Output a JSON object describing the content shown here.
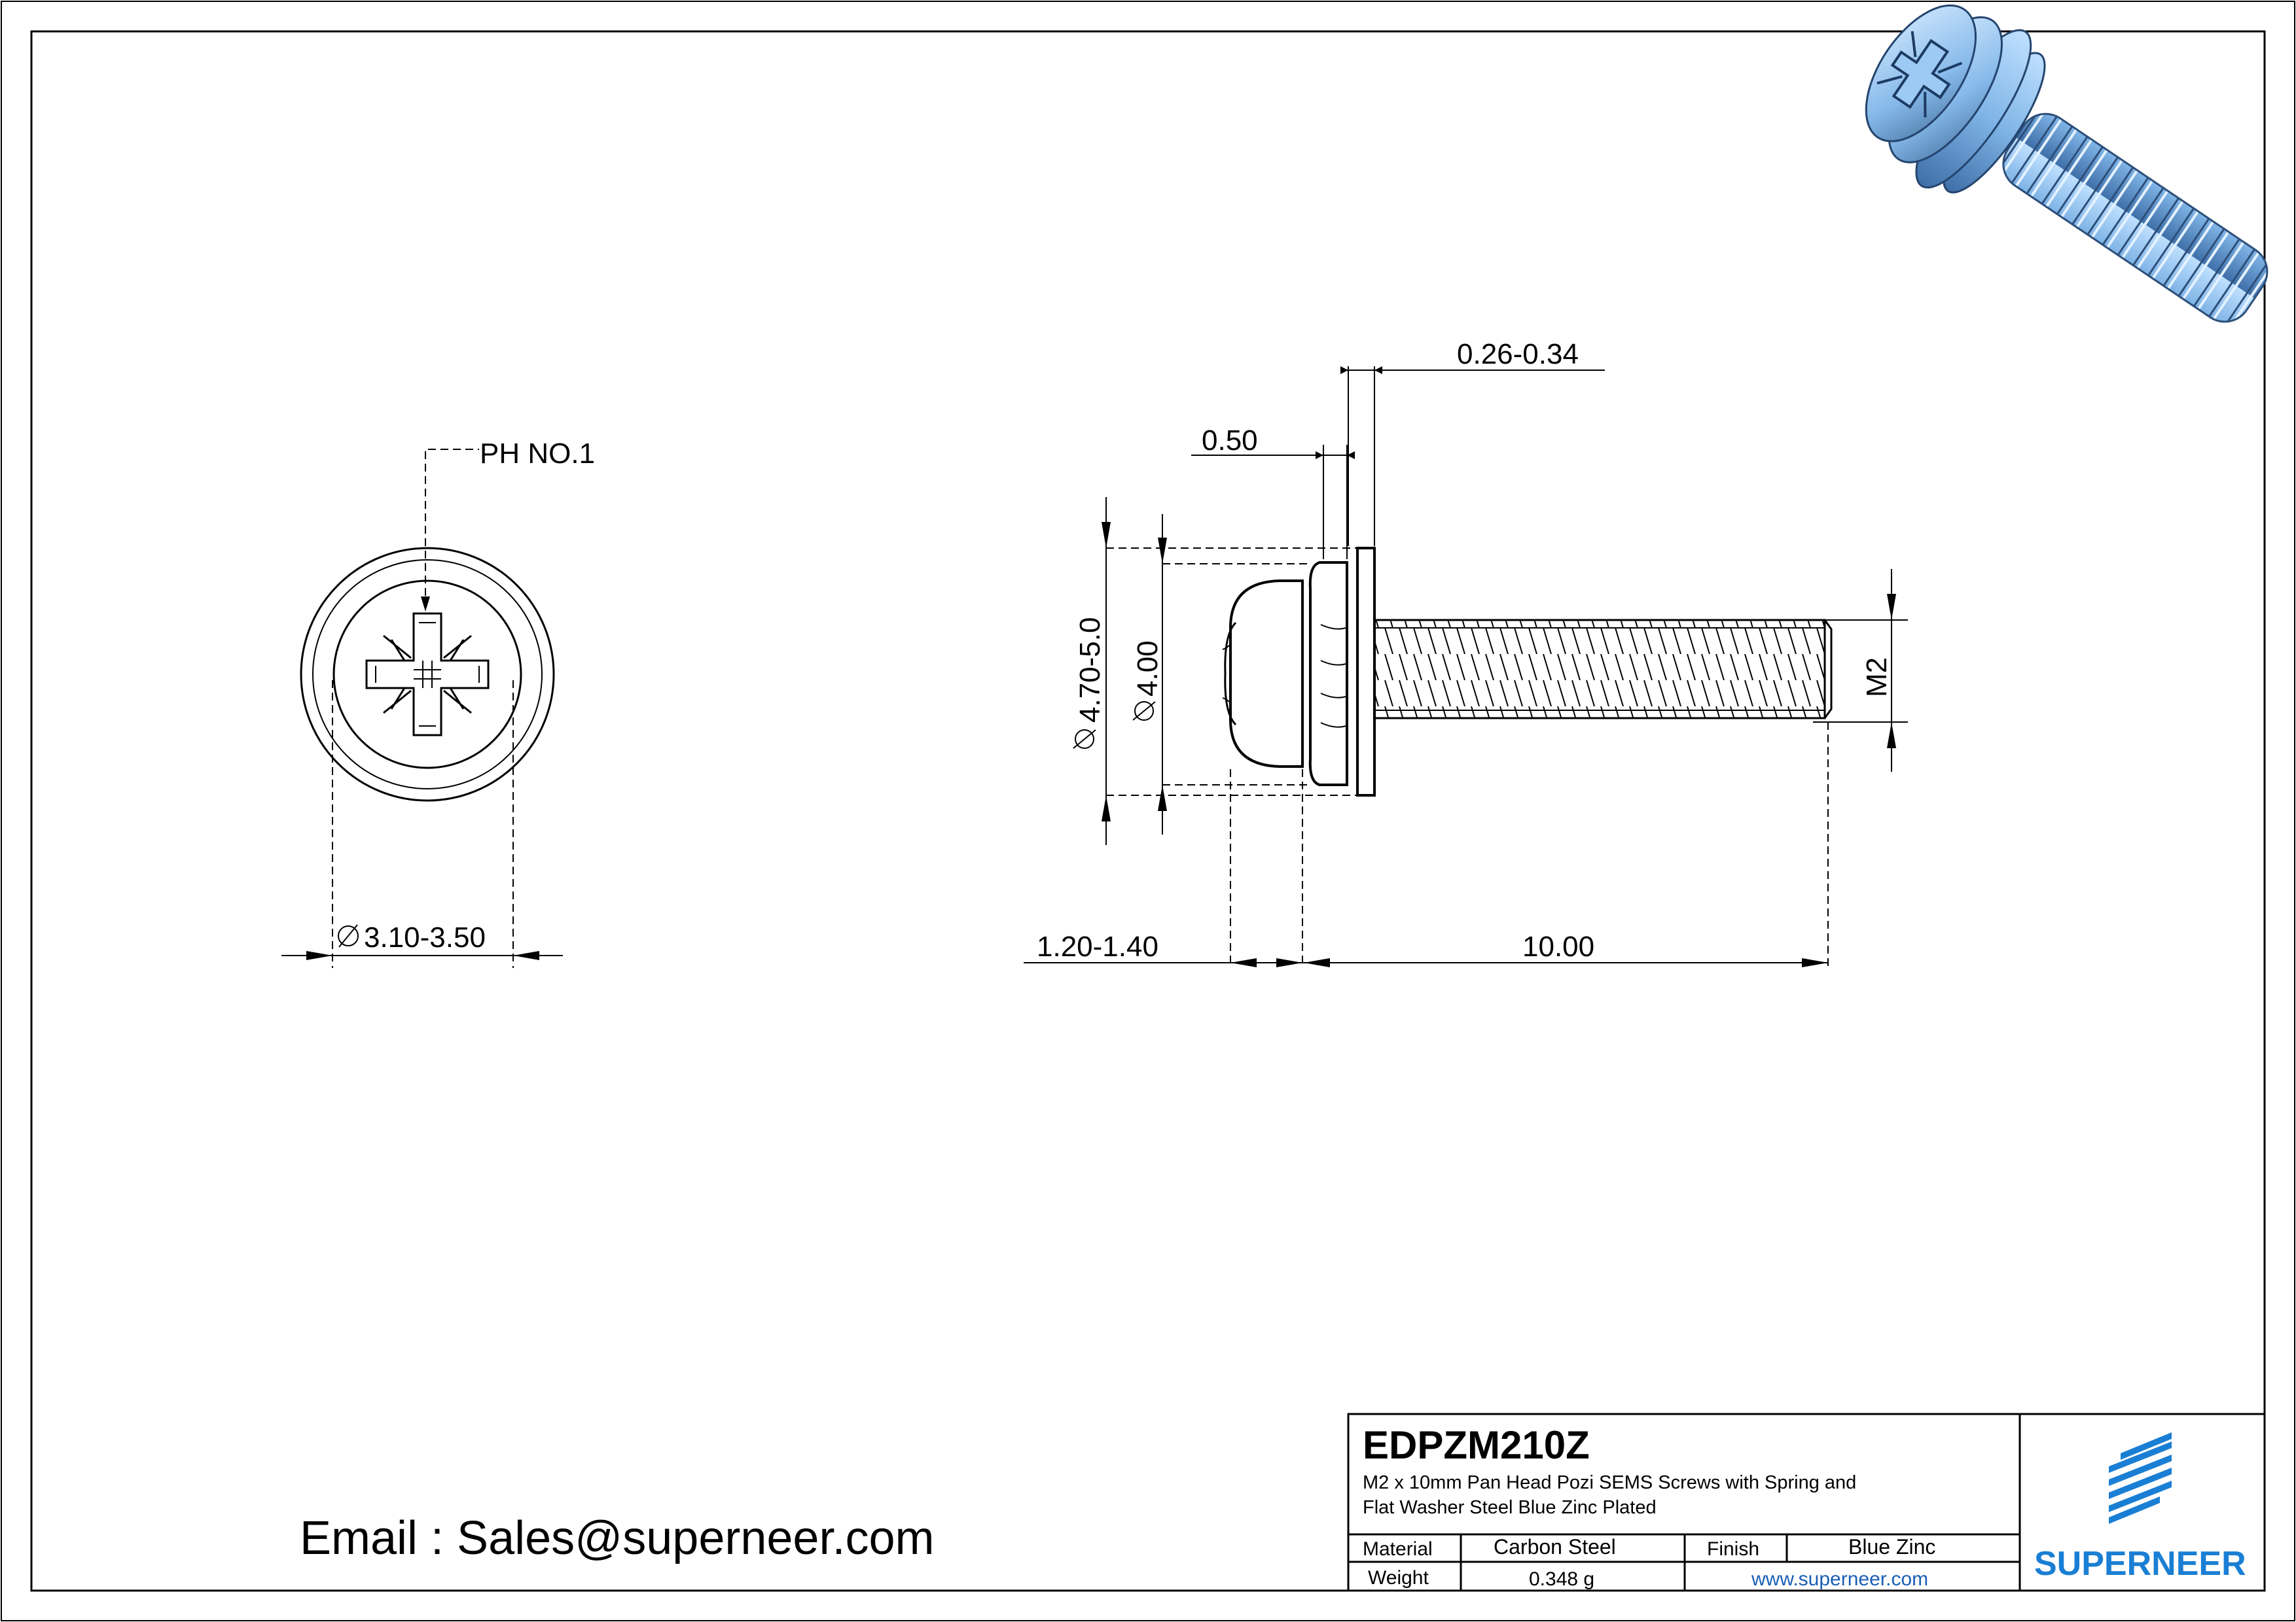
{
  "drawing": {
    "part_number": "EDPZM210Z",
    "description_line1": "M2 x 10mm Pan Head Pozi SEMS Screws with Spring and",
    "description_line2": "Flat Washer Steel Blue Zinc Plated",
    "material_label": "Material",
    "material_value": "Carbon Steel",
    "finish_label": "Finish",
    "finish_value": "Blue Zinc",
    "weight_label": "Weight",
    "weight_value": "0.348 g",
    "website": "www.superneer.com",
    "brand": "SUPERNEER",
    "email": "Email : Sales@superneer.com"
  },
  "dimensions": {
    "drive": "PH NO.1",
    "drive_dia": "3.10-3.50",
    "washer_thickness": "0.26-0.34",
    "spring_thickness": "0.50",
    "washer_dia": "4.70-5.0",
    "head_dia": "4.00",
    "thread": "M2",
    "head_height": "1.20-1.40",
    "length": "10.00"
  },
  "colors": {
    "line": "#000000",
    "brand_blue": "#1a7fd4",
    "website_blue": "#1a5fb4",
    "screw_blue": "#7fb4e6"
  }
}
